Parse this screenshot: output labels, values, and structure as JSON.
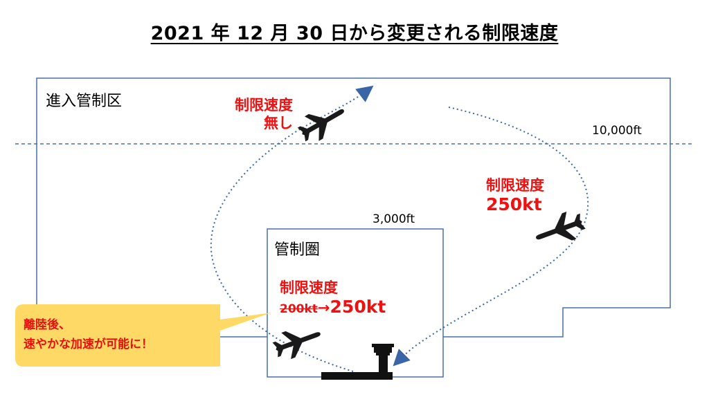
{
  "title": "2021 年 12 月 30 日から変更される制限速度",
  "zones": {
    "approach": {
      "label": "進入管制区",
      "altitude": "10,000ft"
    },
    "control": {
      "label": "管制圏",
      "altitude": "3,000ft"
    }
  },
  "speed_labels": {
    "upper": {
      "line1": "制限速度",
      "line2": "無し"
    },
    "right": {
      "line1": "制限速度",
      "line2": "250kt"
    },
    "inner": {
      "line1": "制限速度",
      "old": "200kt",
      "arrow": "→",
      "new": "250kt"
    }
  },
  "callout": {
    "line1": "離陸後、",
    "line2": "速やかな加速が可能に！"
  },
  "colors": {
    "zone_border": "#4a6fa5",
    "path": "#3a66a8",
    "speed_text": "#ee1111",
    "callout_bg": "#ffd966",
    "aircraft": "#1a1a1a"
  },
  "icons": {
    "aircraft": "airplane-icon",
    "tower": "control-tower-icon",
    "runway": "runway-icon"
  }
}
